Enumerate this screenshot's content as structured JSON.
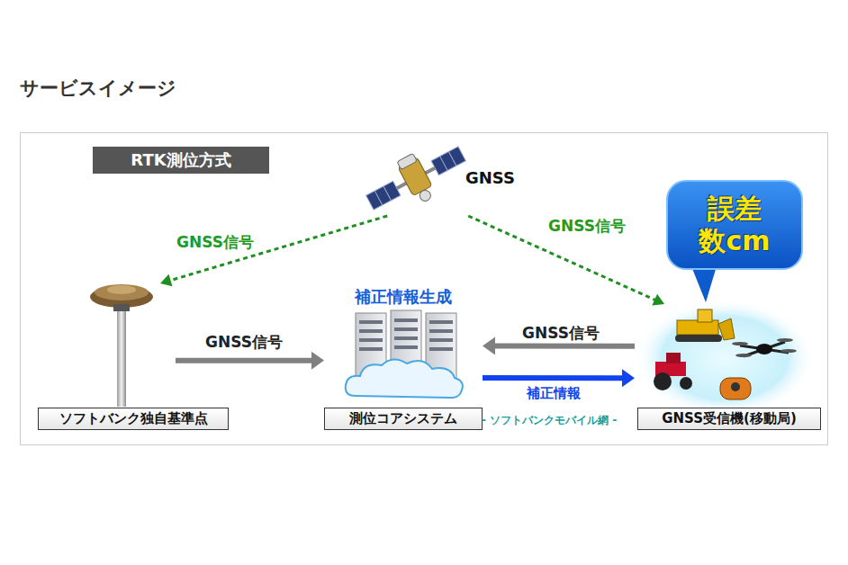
{
  "diagram": {
    "title": "サービスイメージ",
    "nodes": [
      {
        "text": [
          "RTK測位方式"
        ]
      },
      {
        "text": [
          "GNSS"
        ]
      },
      {
        "text": [
          "誤差 数cm"
        ]
      },
      {
        "text": [
          "ソフトバンク独自基準点"
        ]
      },
      {
        "text": [
          "補正情報生成",
          "測位コアシステム"
        ]
      },
      {
        "text": [
          "GNSS受信機(移動局)"
        ]
      }
    ],
    "edges": [
      {
        "from": 1,
        "to": 3,
        "arrow": "to",
        "label": "GNSS信号"
      },
      {
        "from": 1,
        "to": 5,
        "arrow": "to",
        "label": "GNSS信号"
      },
      {
        "from": 3,
        "to": 4,
        "arrow": "to",
        "label": "GNSS信号"
      },
      {
        "from": 5,
        "to": 4,
        "arrow": "to",
        "label": "GNSS信号"
      },
      {
        "from": 4,
        "to": 5,
        "arrow": "to",
        "label": "補正情報"
      }
    ],
    "labels": [
      "- ソフトバンクモバイル網 -"
    ]
  }
}
